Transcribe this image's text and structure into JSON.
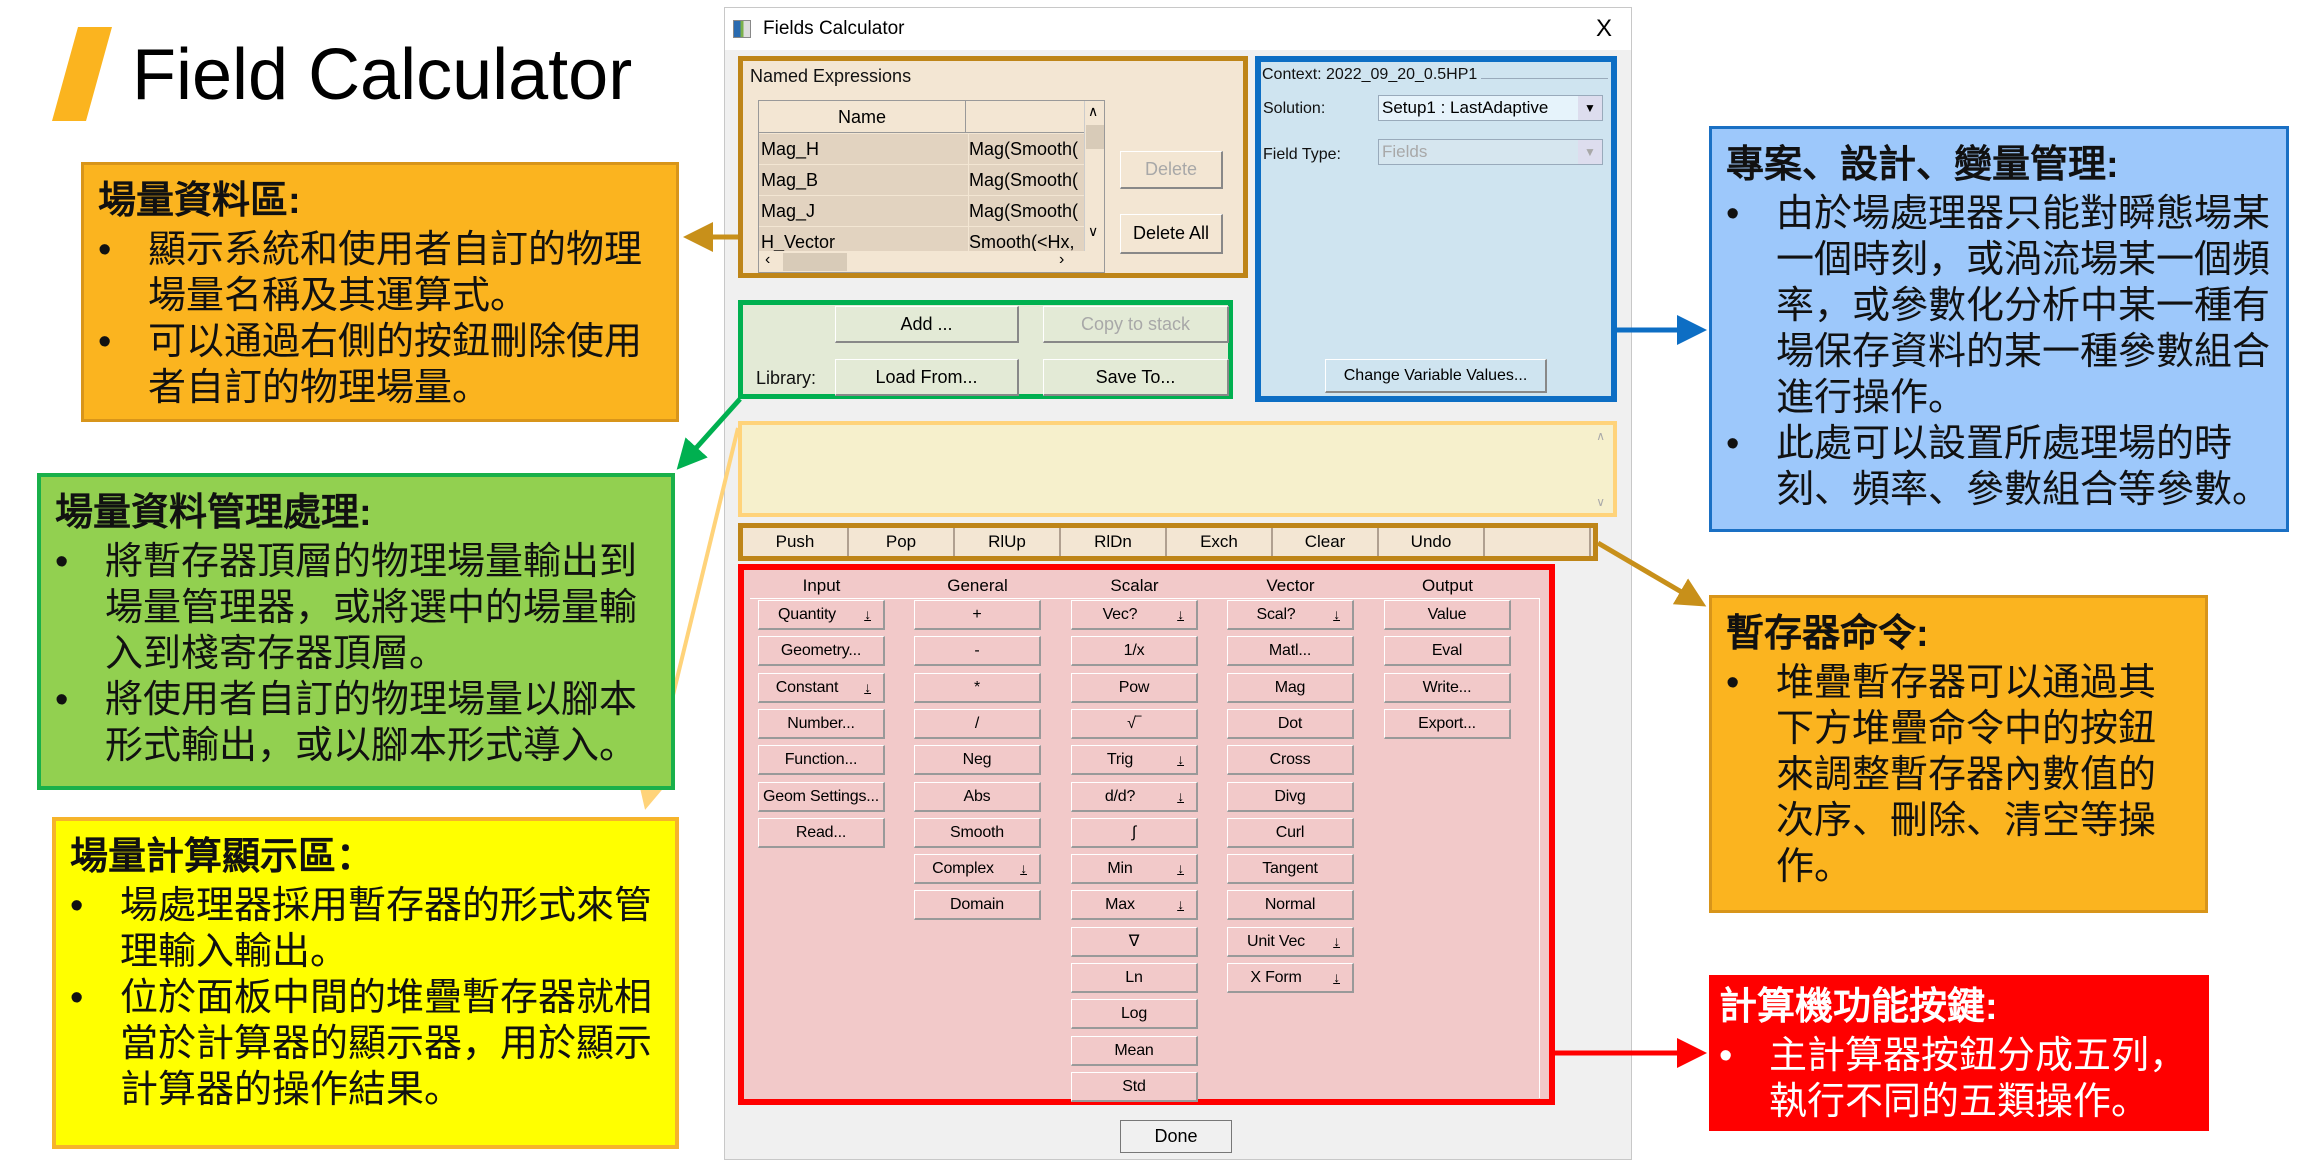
{
  "slide_title": "Field Calculator",
  "window": {
    "title": "Fields Calculator",
    "close_label": "X",
    "named_expressions": {
      "label": "Named Expressions",
      "columns": [
        "Name",
        ""
      ],
      "rows": [
        {
          "name": "Mag_H",
          "expr": "Mag(Smooth("
        },
        {
          "name": "Mag_B",
          "expr": "Mag(Smooth("
        },
        {
          "name": "Mag_J",
          "expr": "Mag(Smooth("
        },
        {
          "name": "H_Vector",
          "expr": "Smooth(<Hx,"
        }
      ],
      "delete_label": "Delete",
      "delete_all_label": "Delete All"
    },
    "context": {
      "label": "Context: 2022_09_20_0.5HP1",
      "solution_label": "Solution:",
      "solution_value": "Setup1 : LastAdaptive",
      "field_type_label": "Field Type:",
      "field_type_value": "Fields",
      "change_vars_label": "Change Variable Values..."
    },
    "library": {
      "add_label": "Add ...",
      "copy_label": "Copy to stack",
      "library_label": "Library:",
      "load_label": "Load From...",
      "save_label": "Save To..."
    },
    "stack_commands": [
      "Push",
      "Pop",
      "RlUp",
      "RlDn",
      "Exch",
      "Clear",
      "Undo"
    ],
    "calculator": {
      "columns": [
        {
          "title": "Input",
          "buttons": [
            {
              "label": "Quantity",
              "dropdown": true
            },
            {
              "label": "Geometry..."
            },
            {
              "label": "Constant",
              "dropdown": true
            },
            {
              "label": "Number..."
            },
            {
              "label": "Function..."
            },
            {
              "label": "Geom Settings..."
            },
            {
              "label": "Read..."
            }
          ]
        },
        {
          "title": "General",
          "buttons": [
            {
              "label": "+"
            },
            {
              "label": "-"
            },
            {
              "label": "*"
            },
            {
              "label": "/"
            },
            {
              "label": "Neg"
            },
            {
              "label": "Abs"
            },
            {
              "label": "Smooth"
            },
            {
              "label": "Complex",
              "dropdown": true
            },
            {
              "label": "Domain"
            }
          ]
        },
        {
          "title": "Scalar",
          "buttons": [
            {
              "label": "Vec?",
              "dropdown": true
            },
            {
              "label": "1/x"
            },
            {
              "label": "Pow"
            },
            {
              "label": "√‾"
            },
            {
              "label": "Trig",
              "dropdown": true
            },
            {
              "label": "d/d?",
              "dropdown": true
            },
            {
              "label": "∫"
            },
            {
              "label": "Min",
              "dropdown": true
            },
            {
              "label": "Max",
              "dropdown": true
            },
            {
              "label": "∇"
            },
            {
              "label": "Ln"
            },
            {
              "label": "Log"
            },
            {
              "label": "Mean"
            },
            {
              "label": "Std"
            }
          ]
        },
        {
          "title": "Vector",
          "buttons": [
            {
              "label": "Scal?",
              "dropdown": true
            },
            {
              "label": "Matl..."
            },
            {
              "label": "Mag"
            },
            {
              "label": "Dot"
            },
            {
              "label": "Cross"
            },
            {
              "label": "Divg"
            },
            {
              "label": "Curl"
            },
            {
              "label": "Tangent"
            },
            {
              "label": "Normal"
            },
            {
              "label": "Unit Vec",
              "dropdown": true
            },
            {
              "label": "X Form",
              "dropdown": true
            }
          ]
        },
        {
          "title": "Output",
          "buttons": [
            {
              "label": "Value"
            },
            {
              "label": "Eval"
            },
            {
              "label": "Write..."
            },
            {
              "label": "Export..."
            }
          ]
        }
      ]
    },
    "done_label": "Done"
  },
  "callouts": {
    "named_area": {
      "title": "場量資料區:",
      "bullets": [
        "顯示系統和使用者自訂的物理場量名稱及其運算式。",
        "可以通過右側的按鈕刪除使用者自訂的物理場量。"
      ]
    },
    "data_mgmt": {
      "title": "場量資料管理處理:",
      "bullets": [
        "將暫存器頂層的物理場量輸出到場量管理器，或將選中的場量輸入到棧寄存器頂層。",
        "將使用者自訂的物理場量以腳本形式輸出，或以腳本形式導入。"
      ]
    },
    "display": {
      "title": "場量計算顯示區：",
      "bullets": [
        "場處理器採用暫存器的形式來管理輸入輸出。",
        "位於面板中間的堆疊暫存器就相當於計算器的顯示器，用於顯示計算器的操作結果。"
      ]
    },
    "project": {
      "title": "專案、設計、變量管理:",
      "bullets": [
        "由於場處理器只能對瞬態場某一個時刻，或渦流場某一個頻率，或參數化分析中某一種有場保存資料的某一種參數組合進行操作。",
        "此處可以設置所處理場的時刻、頻率、參數組合等參數。"
      ]
    },
    "stack_cmds": {
      "title": "暫存器命令:",
      "bullets": [
        "堆疊暫存器可以通過其下方堆疊命令中的按鈕來調整暫存器內數值的次序、刪除、清空等操作。"
      ]
    },
    "calc_keys": {
      "title": "計算機功能按鍵:",
      "bullets": [
        "主計算器按鈕分成五列，執行不同的五類操作。"
      ]
    }
  },
  "colors": {
    "accent": "#fbb41f",
    "brown": "#be8518",
    "green": "#00b050",
    "blue": "#0d6ec4",
    "red": "#ff0000",
    "pale_yellow": "#ffd37a"
  }
}
